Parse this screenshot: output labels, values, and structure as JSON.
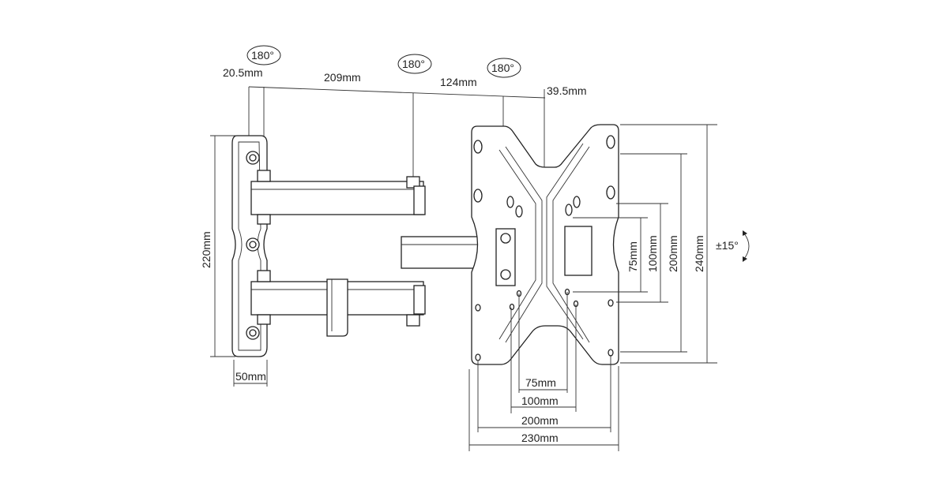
{
  "rotation_badges": [
    "180°",
    "180°",
    "180°"
  ],
  "top_dimensions": {
    "wall_offset": "20.5mm",
    "arm1": "209mm",
    "arm2": "124mm",
    "plate_offset": "39.5mm"
  },
  "wall_plate": {
    "height": "220mm",
    "width": "50mm"
  },
  "vesa_vertical": {
    "v75": "75mm",
    "v100": "100mm",
    "v200": "200mm",
    "v240": "240mm"
  },
  "vesa_horizontal": {
    "h75": "75mm",
    "h100": "100mm",
    "h200": "200mm",
    "h230": "230mm"
  },
  "tilt": "±15°"
}
